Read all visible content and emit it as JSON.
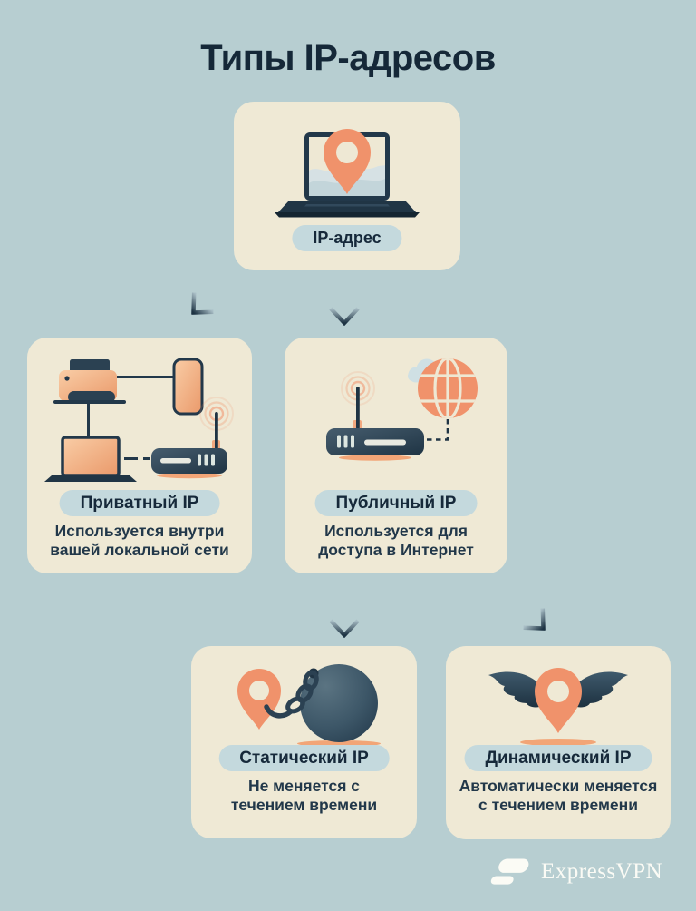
{
  "title": "Типы IP-адресов",
  "nodes": {
    "ip_address": {
      "label": "IP-адрес"
    },
    "private_ip": {
      "label": "Приватный IP",
      "desc": [
        "Используется внутри",
        "вашей локальной сети"
      ]
    },
    "public_ip": {
      "label": "Публичный IP",
      "desc": [
        "Используется для",
        "доступа в Интернет"
      ]
    },
    "static_ip": {
      "label": "Статический IP",
      "desc": [
        "Не меняется с",
        "течением времени"
      ]
    },
    "dynamic_ip": {
      "label": "Динамический IP",
      "desc": [
        "Автоматически меняется",
        "с течением времени"
      ]
    }
  },
  "footer": {
    "brand": "ExpressVPN"
  },
  "icons": {
    "ip_address": "laptop-with-location-pin",
    "private_ip": "local-network-devices",
    "public_ip": "router-with-internet-globe",
    "static_ip": "location-pin-ball-and-chain",
    "dynamic_ip": "winged-location-pin",
    "brand": "expressvpn-mark"
  },
  "colors": {
    "background": "#b7ced1",
    "card": "#efe9d5",
    "pill": "#c4d9dd",
    "navy": "#1d3343",
    "orange": "#f0926b",
    "peach": "#f8c9a2",
    "white": "#fbfbf5"
  }
}
